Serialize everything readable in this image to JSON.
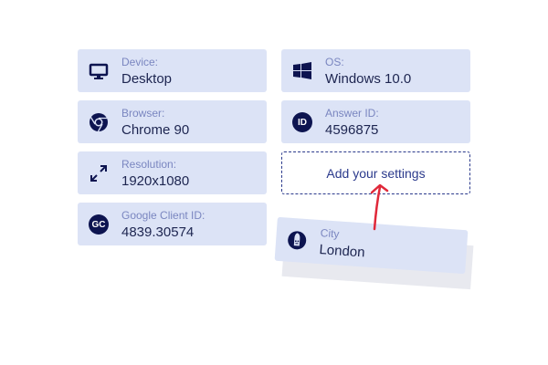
{
  "cards": [
    {
      "label": "Device:",
      "value": "Desktop",
      "icon": "monitor-icon"
    },
    {
      "label": "OS:",
      "value": "Windows 10.0",
      "icon": "windows-icon"
    },
    {
      "label": "Browser:",
      "value": "Chrome 90",
      "icon": "chrome-icon"
    },
    {
      "label": "Answer ID:",
      "value": "4596875",
      "icon": "id-icon",
      "badge": "ID"
    },
    {
      "label": "Resolution:",
      "value": "1920x1080",
      "icon": "expand-icon"
    },
    {
      "label": "Google Client ID:",
      "value": "4839.30574",
      "icon": "gc-icon",
      "badge": "GC"
    }
  ],
  "add_settings": "Add your settings",
  "city": {
    "label": "City",
    "value": "London",
    "icon": "london-guard-icon"
  },
  "colors": {
    "card": "#dce3f6",
    "accent": "#0d1450",
    "arrow": "#e0283a"
  }
}
